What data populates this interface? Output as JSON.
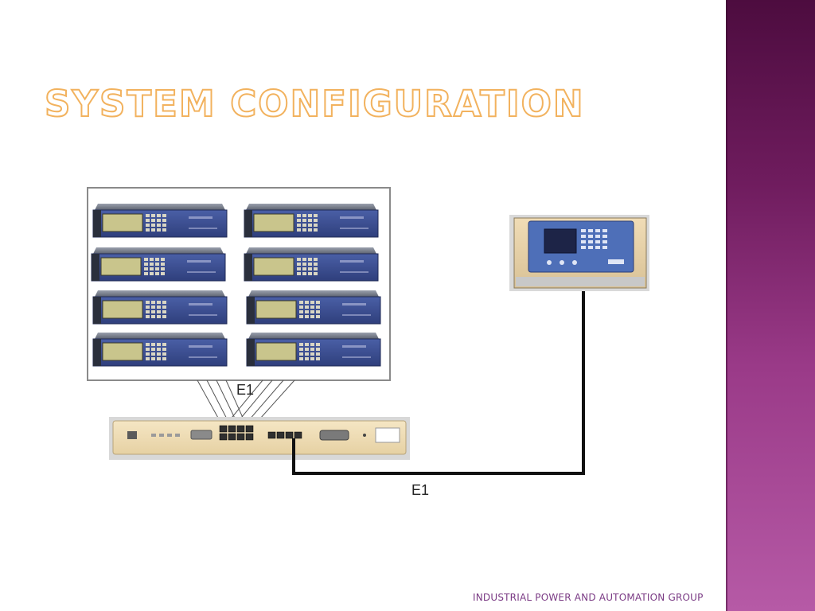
{
  "slide": {
    "title": "System Configuration",
    "footer": "INDUSTRIAL POWER AND AUTOMATION GROUP"
  },
  "diagram": {
    "top_link_label": "E1",
    "bottom_link_label": "E1"
  },
  "colors": {
    "title_outline": "#f2b25e",
    "side_band": "#6f1c5e",
    "footer_text": "#7a3a84",
    "unit_panel": "#3a4d8f"
  }
}
